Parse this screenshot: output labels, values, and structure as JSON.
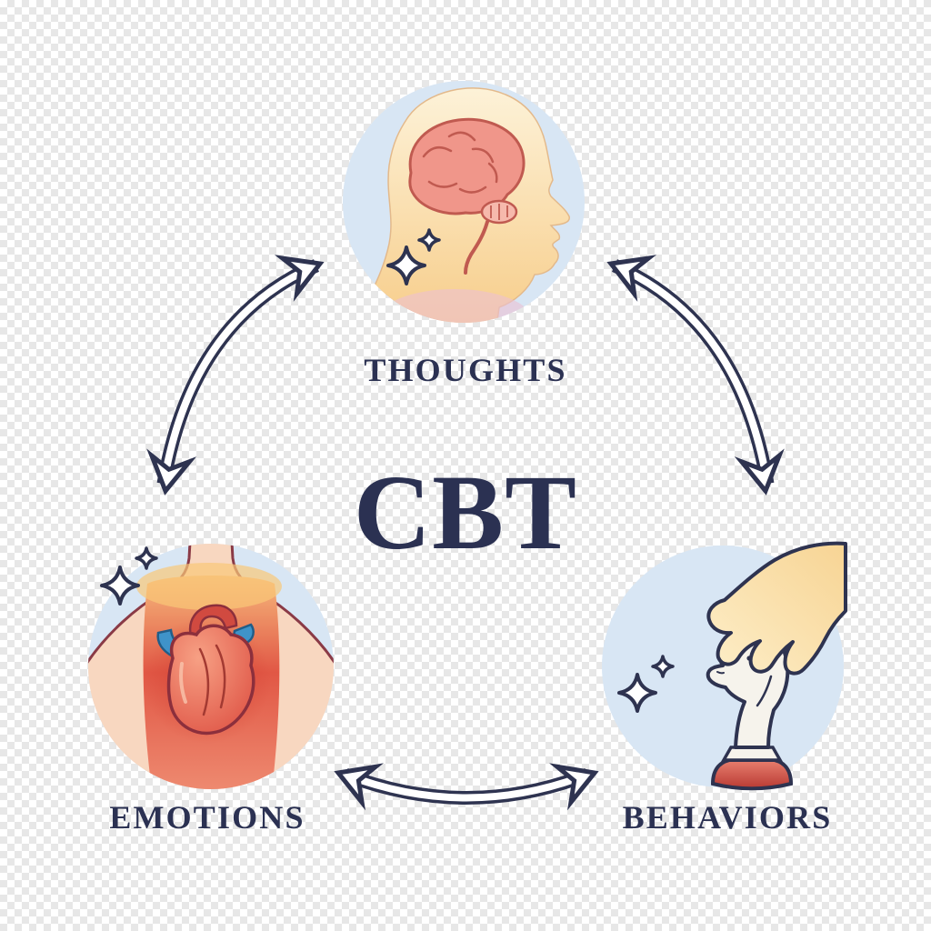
{
  "diagram": {
    "title": "CBT",
    "nodes": [
      {
        "id": "thoughts",
        "label": "THOUGHTS",
        "icon": "head-brain-icon"
      },
      {
        "id": "emotions",
        "label": "EMOTIONS",
        "icon": "chest-heart-icon"
      },
      {
        "id": "behaviors",
        "label": "BEHAVIORS",
        "icon": "hand-chess-knight-icon"
      }
    ],
    "connections": [
      {
        "from": "thoughts",
        "to": "emotions",
        "style": "double-headed-curved-arrow"
      },
      {
        "from": "thoughts",
        "to": "behaviors",
        "style": "double-headed-curved-arrow"
      },
      {
        "from": "emotions",
        "to": "behaviors",
        "style": "double-headed-curved-arrow"
      }
    ],
    "colors": {
      "outline_navy": "#2e3350",
      "text_navy": "#2b3152",
      "circle_blue": "#d8e6f4",
      "brain_pink": "#f0968a",
      "heart_red": "#e2544a",
      "vessel_blue": "#3f93c9",
      "skin_cream": "#fbe8c2",
      "knight_white": "#f6f3ec",
      "knight_base_red": "#cf4a40"
    }
  }
}
